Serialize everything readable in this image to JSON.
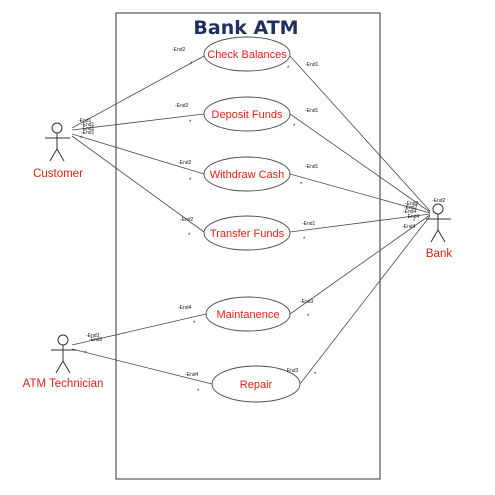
{
  "system": {
    "title": "Bank ATM"
  },
  "actors": {
    "customer": "Customer",
    "technician": "ATM Technician",
    "bank": "Bank"
  },
  "use_cases": {
    "check_balances": "Check Balances",
    "deposit_funds": "Deposit Funds",
    "withdraw_cash": "Withdraw Cash",
    "transfer_funds": "Transfer Funds",
    "maintenance": "Maintanence",
    "repair": "Repair"
  },
  "end_labels": {
    "end1": "-End1",
    "end2": "-End2",
    "end3": "-End3",
    "end4": "-End4"
  },
  "multiplicity": "*"
}
